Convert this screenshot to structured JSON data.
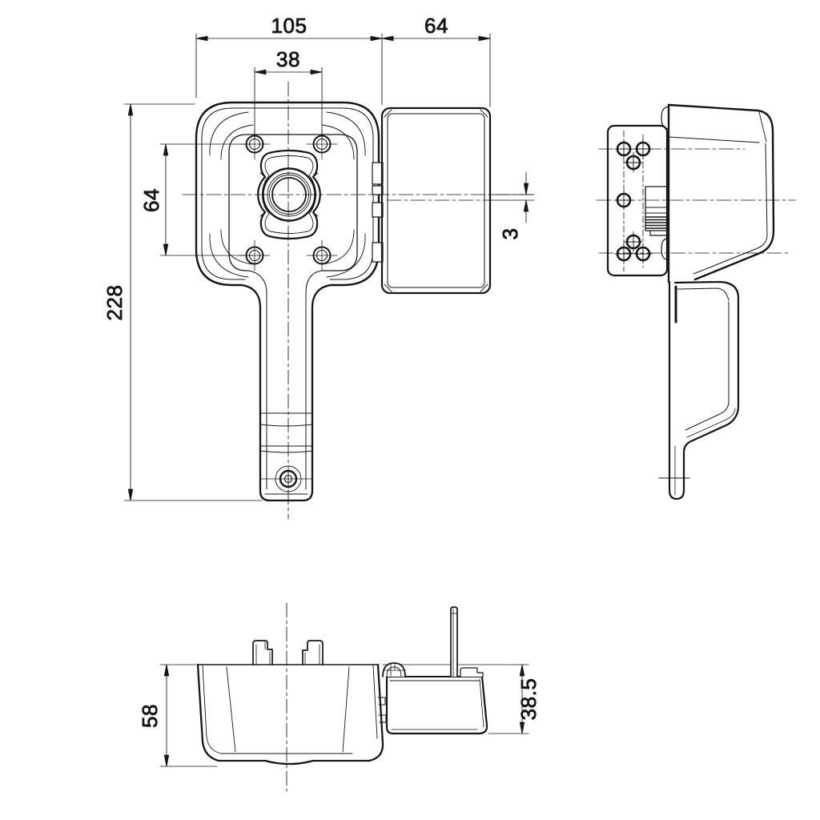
{
  "drawing": {
    "background": "#ffffff",
    "line_color": "#161616",
    "dimensions": {
      "body_width": "105",
      "cover_width": "64",
      "hole_pitch_horizontal": "38",
      "hole_pitch_vertical": "64",
      "overall_length": "228",
      "center_offset": "3",
      "body_depth": "58",
      "cover_depth": "38.5"
    }
  }
}
